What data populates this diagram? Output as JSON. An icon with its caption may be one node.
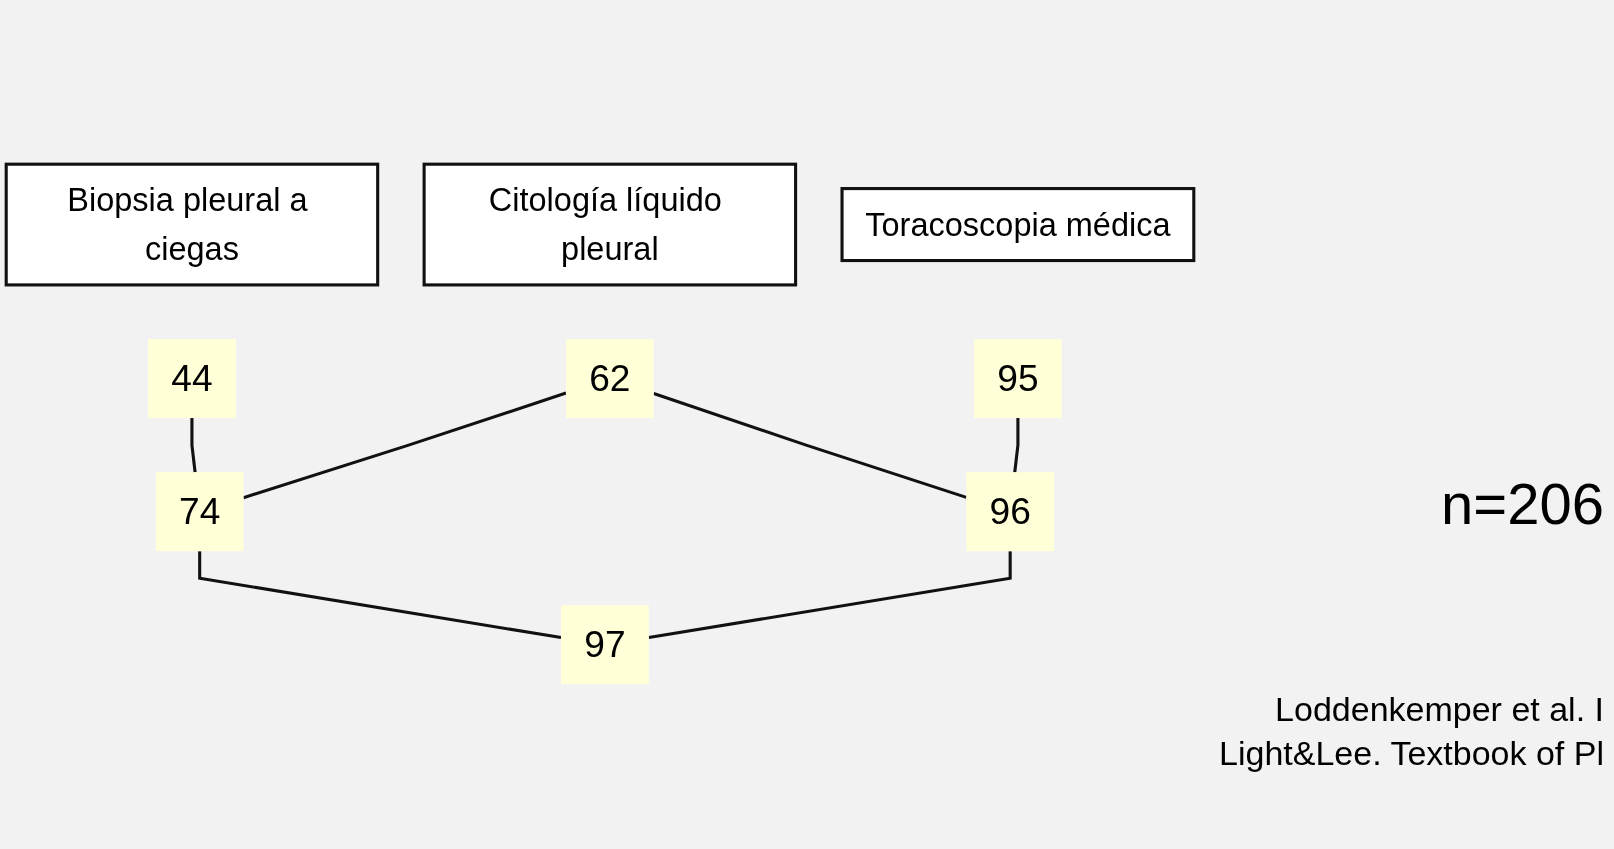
{
  "diagram": {
    "nodes": [
      {
        "text": [
          "Biopsia pleural a ciegas"
        ]
      },
      {
        "text": [
          "Citología líquido pleural"
        ]
      },
      {
        "text": [
          "Toracoscopia médica"
        ]
      },
      {
        "text": [
          "44"
        ]
      },
      {
        "text": [
          "62"
        ]
      },
      {
        "text": [
          "95"
        ]
      },
      {
        "text": [
          "74"
        ]
      },
      {
        "text": [
          "96"
        ]
      },
      {
        "text": [
          "97"
        ]
      }
    ],
    "edges": [
      {
        "from": 3,
        "to": 6,
        "arrow": "none"
      },
      {
        "from": 4,
        "to": 6,
        "arrow": "none"
      },
      {
        "from": 4,
        "to": 7,
        "arrow": "none"
      },
      {
        "from": 5,
        "to": 7,
        "arrow": "none"
      },
      {
        "from": 6,
        "to": 8,
        "arrow": "none"
      },
      {
        "from": 7,
        "to": 8,
        "arrow": "none"
      }
    ],
    "labels": [
      "n=206",
      "Loddenkemper et al. I",
      "Light&Lee. Textbook of Pl"
    ]
  }
}
